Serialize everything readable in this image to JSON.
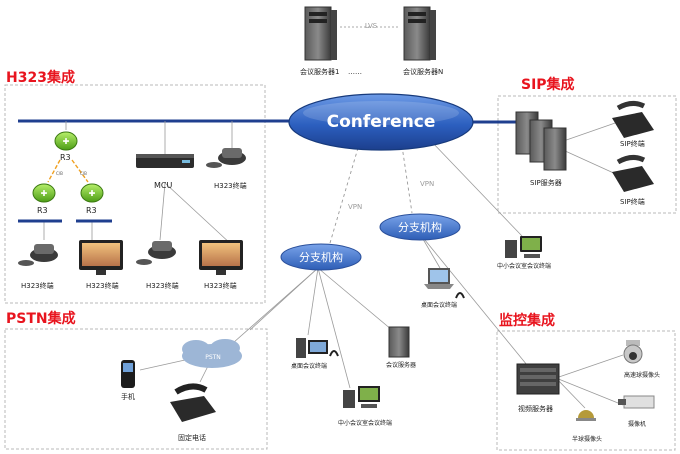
{
  "regions": {
    "h323": "H323集成",
    "sip": "SIP集成",
    "pstn": "PSTN集成",
    "monitor": "监控集成"
  },
  "core": {
    "conference": "Conference",
    "lvs": "LVS",
    "server1": "会议服务器1",
    "dots": "……",
    "serverN": "会议服务器N",
    "vpn": "VPN"
  },
  "branches": {
    "label": "分支机构"
  },
  "h323": {
    "router": "R3",
    "mcu": "MCU",
    "terminal": "H323终端",
    "link_a": "C/B",
    "link_b": "C/B"
  },
  "sip": {
    "server": "SIP服务器",
    "terminal": "SIP终端"
  },
  "pstn": {
    "cloud": "PSTN",
    "mobile": "手机",
    "fixed": "固定电话"
  },
  "branch_items": {
    "desktop1": "桌面会议终端",
    "desktop2": "桌面会议终端",
    "room1": "中小会议室会议终端",
    "room2": "中小会议室会议终端",
    "meeting_server": "会议服务器"
  },
  "monitor": {
    "video_server": "视频服务器",
    "hd_camera": "高速球摄像头",
    "box_camera": "摄像机",
    "dome_camera": "半球摄像头"
  },
  "colors": {
    "title_red": "#e8141e",
    "backbone": "#1f3f8f",
    "branch_blue": "#3d6fc4"
  }
}
